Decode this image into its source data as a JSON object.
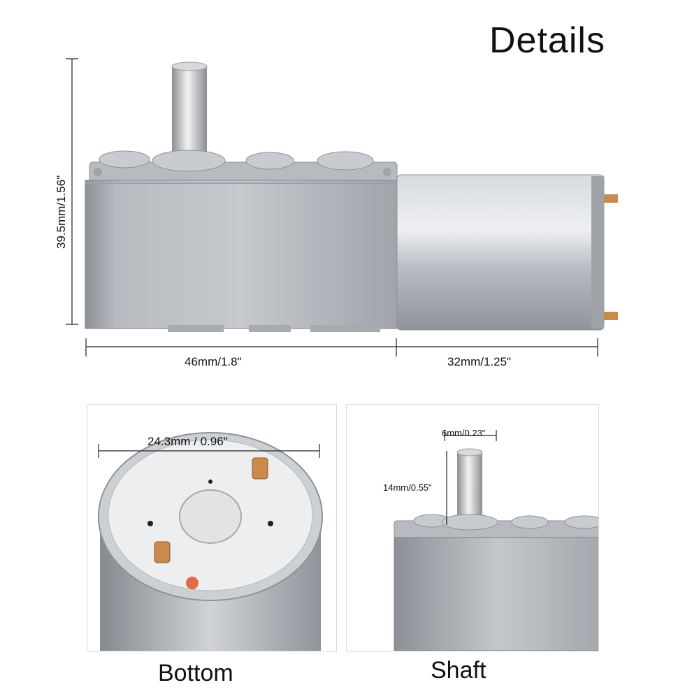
{
  "header": {
    "title": "Details"
  },
  "main_view": {
    "height_label": "39.5mm/1.56\"",
    "gearbox_length_label": "46mm/1.8\"",
    "motor_length_label": "32mm/1.25\""
  },
  "bottom_panel": {
    "diameter_label": "24.3mm / 0.96\"",
    "caption": "Bottom"
  },
  "shaft_panel": {
    "diameter_label": "6mm/0.23\"",
    "length_label": "14mm/0.55\"",
    "caption": "Shaft"
  },
  "colors": {
    "metal_light": "#c9ccd0",
    "metal_mid": "#a9adb3",
    "metal_dark": "#7d8188",
    "copper": "#c98a4b",
    "dimension_line": "#222222"
  }
}
